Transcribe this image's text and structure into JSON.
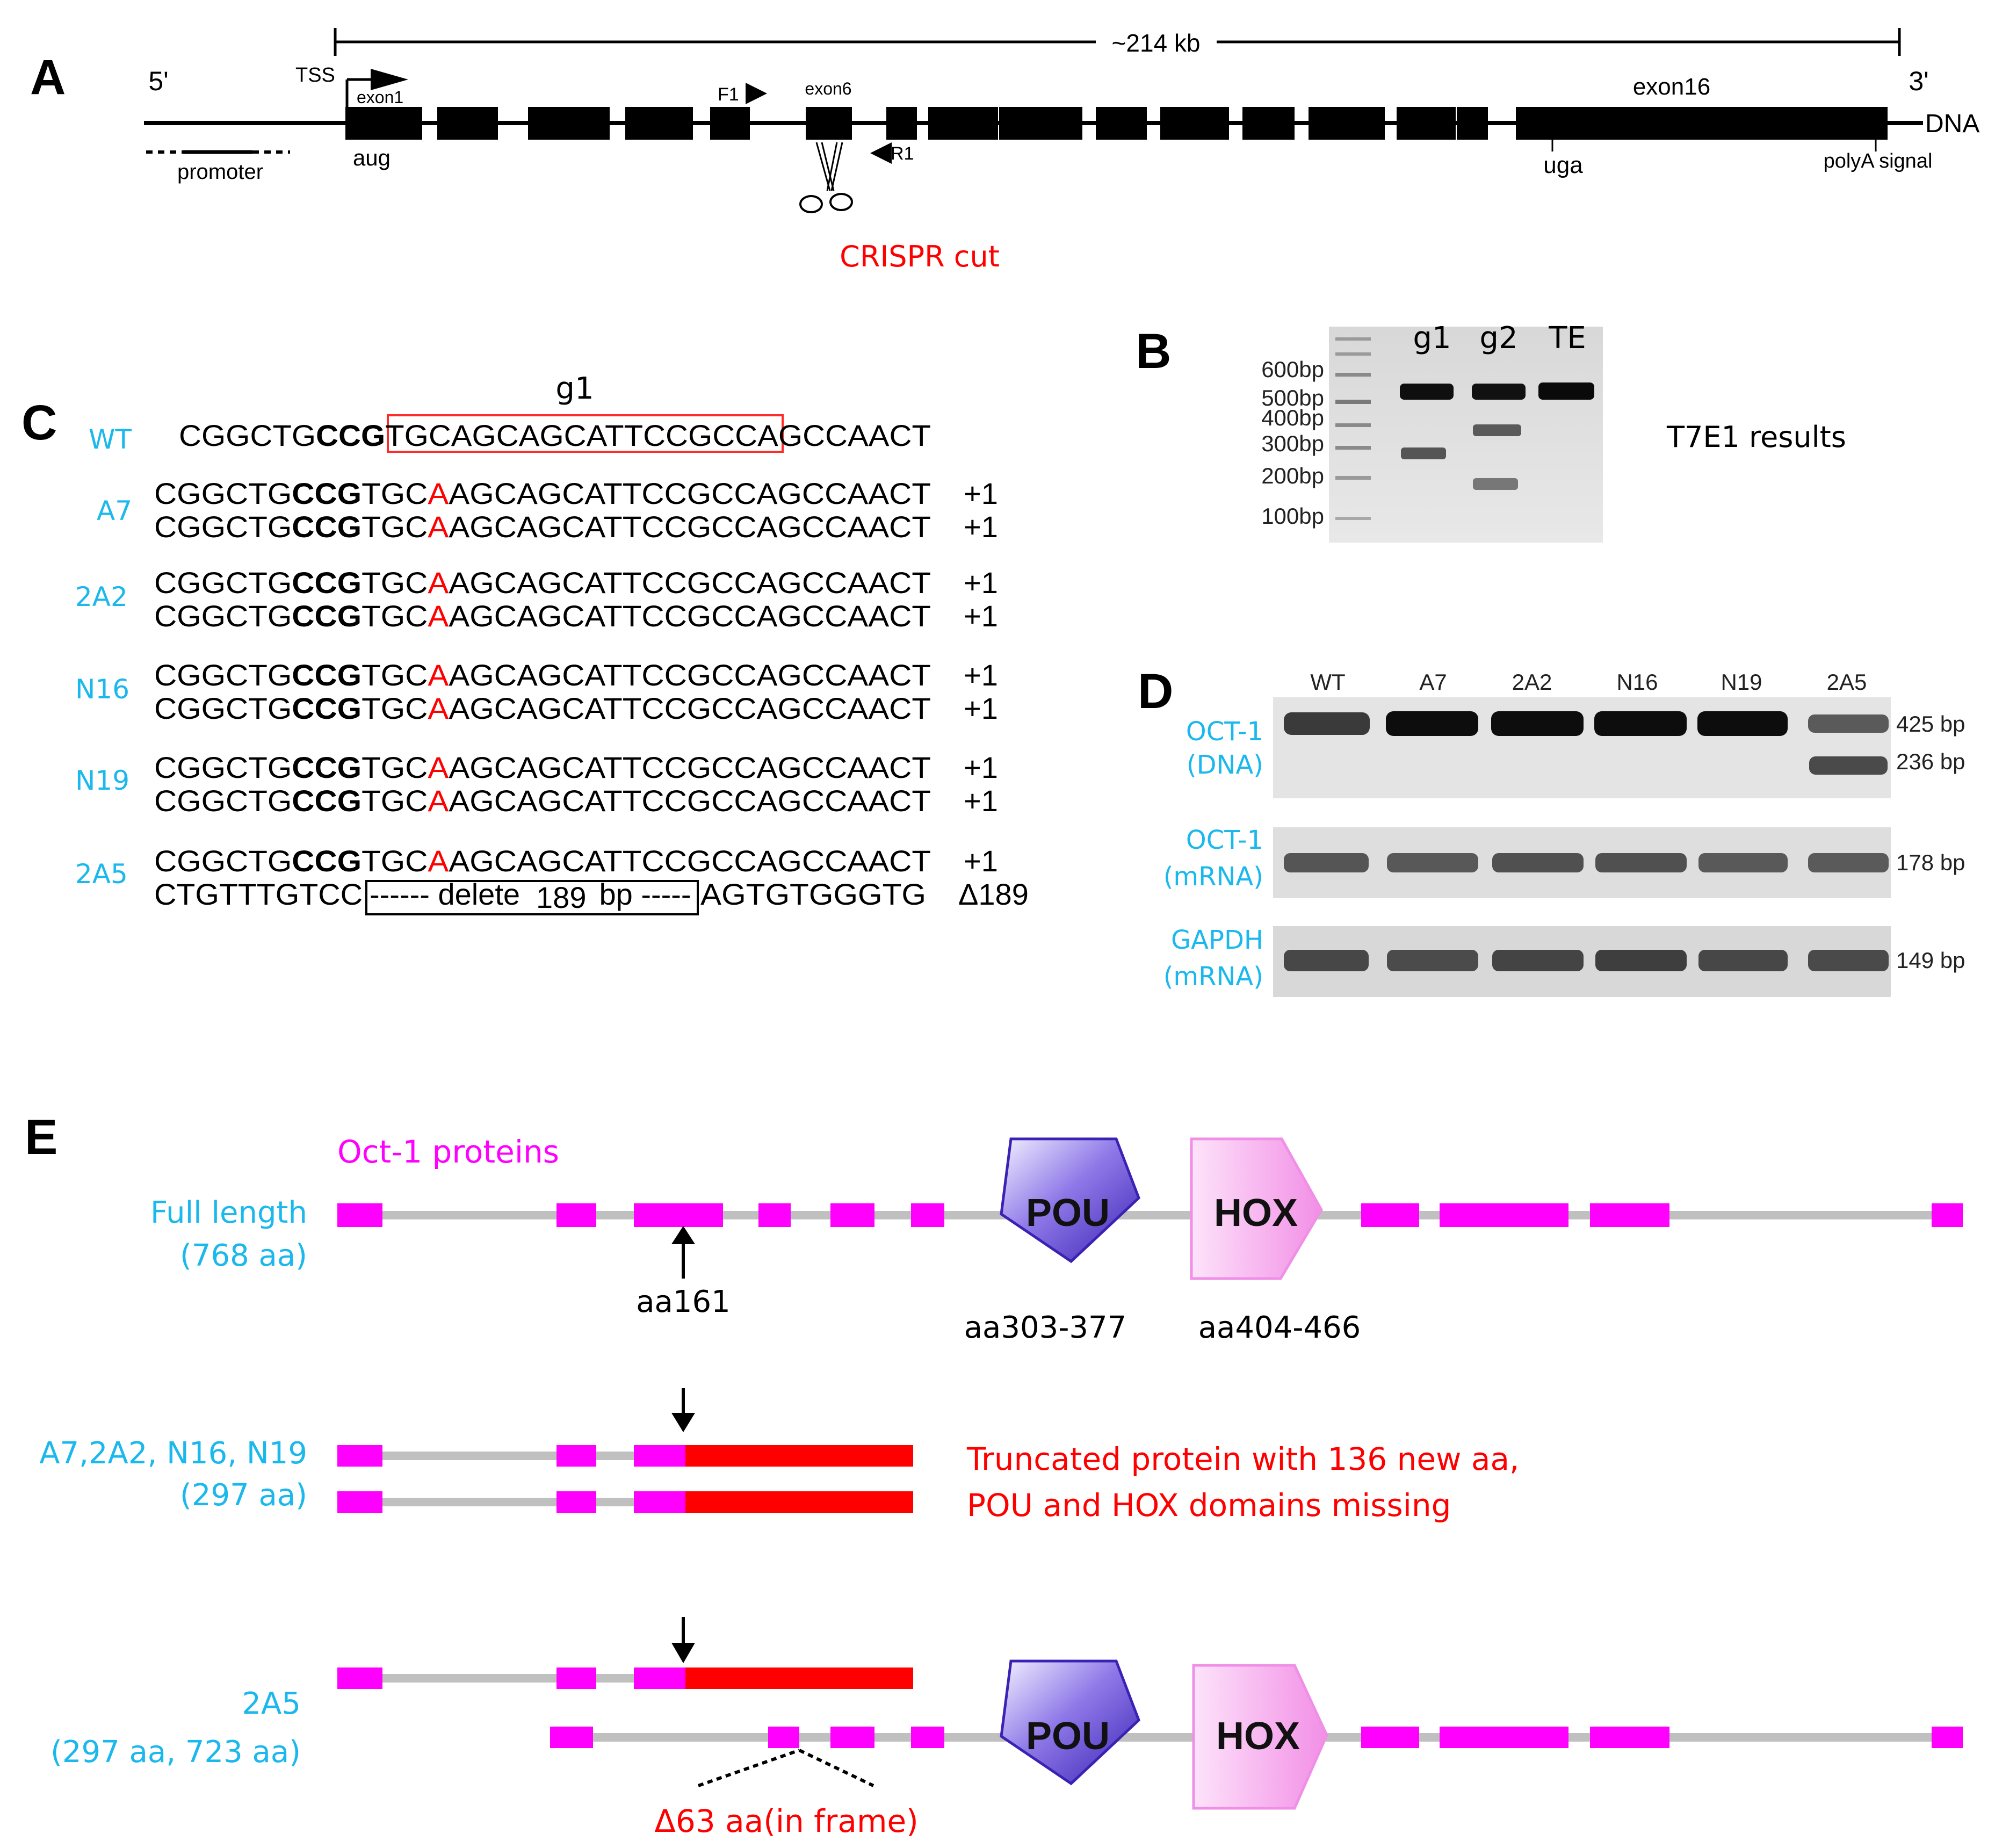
{
  "panels": {
    "a": "A",
    "b": "B",
    "c": "C",
    "d": "D",
    "e": "E"
  },
  "panel_a": {
    "span": "~214  kb",
    "five_prime": "5'",
    "three_prime": "3'",
    "tss": "TSS",
    "exon1": "exon1",
    "exon6": "exon6",
    "exon16": "exon16",
    "f1": "F1",
    "r1": "R1",
    "dna": "DNA",
    "promoter": "promoter",
    "aug": "aug",
    "uga": "uga",
    "polya": "polyA signal",
    "crispr": "CRISPR cut"
  },
  "panel_b": {
    "ladder": [
      "600bp",
      "500bp",
      "400bp",
      "300bp",
      "200bp",
      "100bp"
    ],
    "lanes": [
      "g1",
      "g2",
      "TE"
    ],
    "caption": "T7E1 results"
  },
  "panel_c": {
    "guide": "g1",
    "wt": {
      "label": "WT",
      "pre": "CGGCTG",
      "pam": "CCG",
      "target": "TGCAGCAGCATTCCGCCA",
      "post": "GCCAACT"
    },
    "mut": {
      "pre": "CGGCTG",
      "pam": "CCG",
      "mid": "TGC",
      "ins": "A",
      "post": "AGCAGCATTCCGCCAGCCAACT",
      "note": "+1"
    },
    "clones": [
      "A7",
      "2A2",
      "N16",
      "N19",
      "2A5"
    ],
    "deletion": {
      "left": "CTGTTTGTCC",
      "box_a": "------ delete",
      "box_num": "189",
      "box_b": "bp -----",
      "right": "AGTGTGGGTG",
      "note": "Δ189"
    }
  },
  "panel_d": {
    "lanes": [
      "WT",
      "A7",
      "2A2",
      "N16",
      "N19",
      "2A5"
    ],
    "rows": [
      {
        "name1": "OCT-1",
        "name2": "(DNA)",
        "sizes": [
          "425 bp",
          "236 bp"
        ]
      },
      {
        "name1": "OCT-1",
        "name2": "(mRNA)",
        "sizes": [
          "178 bp"
        ]
      },
      {
        "name1": "GAPDH",
        "name2": "(mRNA)",
        "sizes": [
          "149 bp"
        ]
      }
    ]
  },
  "panel_e": {
    "title": "Oct-1 proteins",
    "full_name": "Full length",
    "full_len": "(768 aa)",
    "aa161": "aa161",
    "pou": "POU",
    "hox": "HOX",
    "pou_range": "aa303-377",
    "hox_range": "aa404-466",
    "trunc_name": "A7,2A2, N16, N19",
    "trunc_len": "(297 aa)",
    "trunc_note1": "Truncated protein with 136 new aa,",
    "trunc_note2": "POU and HOX domains missing",
    "c2a5_name": "2A5",
    "c2a5_len": "(297 aa, 723 aa)",
    "delta": "Δ63 aa(in frame)"
  },
  "colors": {
    "cyan": "#1ab8ec",
    "red": "#ff0000",
    "magenta": "#ff00ff",
    "gray_line": "#c0c0c0",
    "pou": "#5a3fc8",
    "hox": "#f4a6ec"
  }
}
